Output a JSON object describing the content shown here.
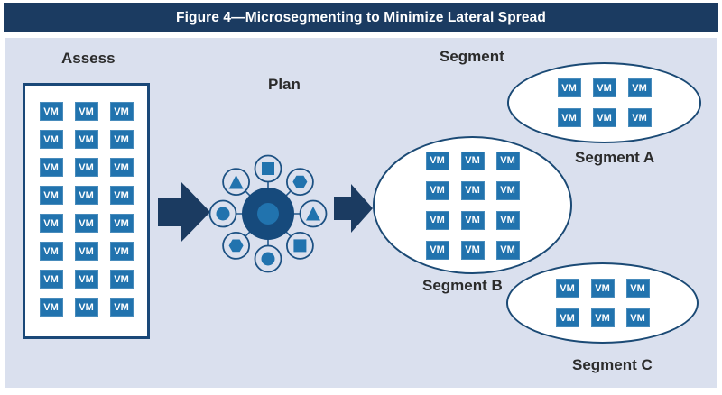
{
  "title": "Figure 4—Microsegmenting to Minimize Lateral Spread",
  "vm_label": "VM",
  "colors": {
    "header_bg": "#1b3b61",
    "panel_bg": "#dae0ee",
    "vm_blue": "#2173ae",
    "arrow_navy": "#1b3b61",
    "hub_outer": "#164a7c",
    "hub_inner": "#2173ae",
    "ellipse_border": "#1b4a75",
    "label_text": "#2b2b2b"
  },
  "stages": {
    "assess": {
      "label": "Assess",
      "vm_count": 24,
      "grid": "3x8"
    },
    "plan": {
      "label": "Plan",
      "satellite_shapes": [
        "square",
        "hexagon",
        "triangle",
        "square",
        "circle",
        "hexagon",
        "circle",
        "triangle"
      ]
    },
    "segment": {
      "label": "Segment",
      "groups": [
        {
          "name": "Segment A",
          "vm_count": 6,
          "grid": "3x2"
        },
        {
          "name": "Segment B",
          "vm_count": 12,
          "grid": "3x4"
        },
        {
          "name": "Segment C",
          "vm_count": 6,
          "grid": "3x2"
        }
      ]
    }
  }
}
